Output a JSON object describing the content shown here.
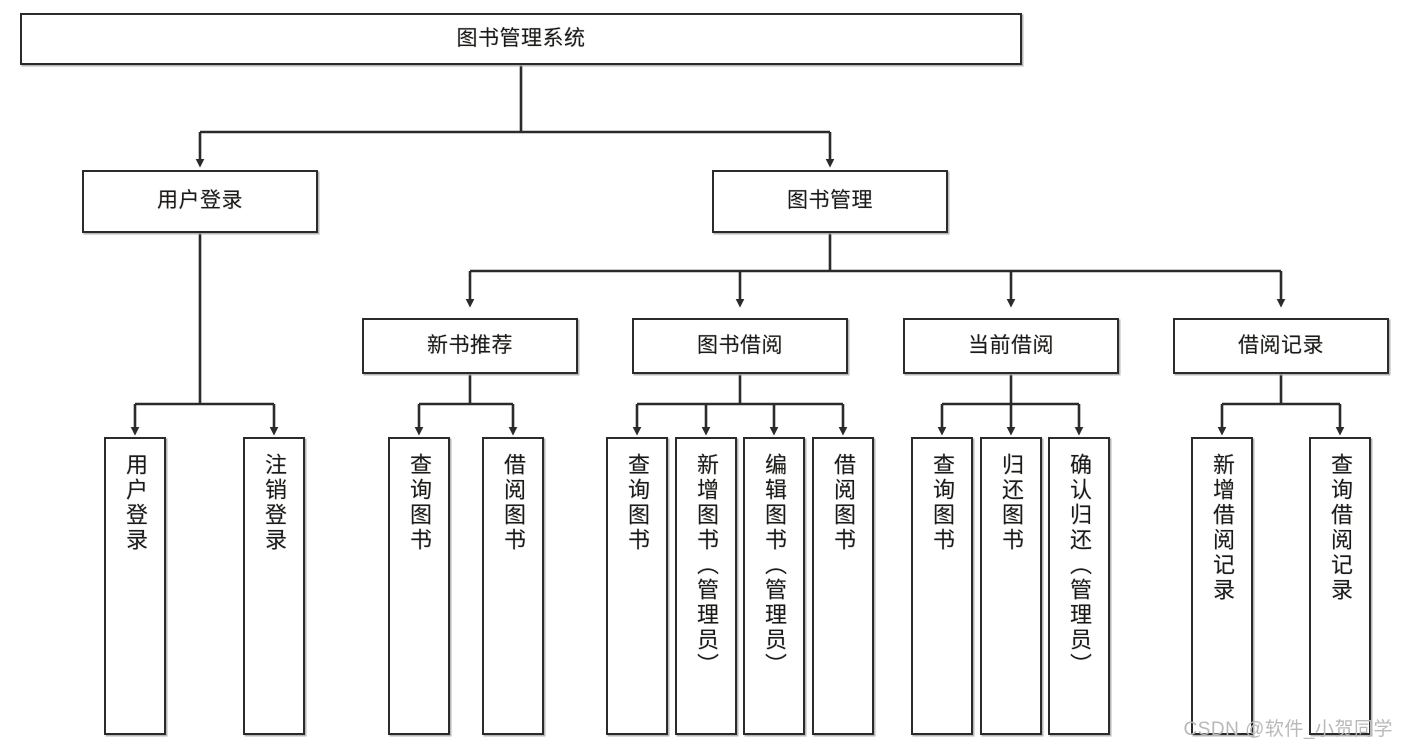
{
  "diagram": {
    "type": "tree-hierarchy-chart",
    "title": "图书管理系统",
    "watermark": "CSDN @软件_小贺同学",
    "colors": {
      "box_border": "#2b2b2b",
      "box_fill": "#ffffff",
      "line": "#2b2b2b",
      "text": "#1a1a1a",
      "watermark": "#b9b9b9"
    },
    "levels": [
      {
        "level": 1,
        "nodes": [
          {
            "id": "root",
            "label": "图书管理系统",
            "orientation": "horizontal"
          }
        ]
      },
      {
        "level": 2,
        "nodes": [
          {
            "id": "login",
            "label": "用户登录",
            "orientation": "horizontal",
            "parent": "root"
          },
          {
            "id": "bookmgmt",
            "label": "图书管理",
            "orientation": "horizontal",
            "parent": "root"
          }
        ]
      },
      {
        "level": 3,
        "nodes": [
          {
            "id": "newbook",
            "label": "新书推荐",
            "orientation": "horizontal",
            "parent": "bookmgmt"
          },
          {
            "id": "borrow",
            "label": "图书借阅",
            "orientation": "horizontal",
            "parent": "bookmgmt"
          },
          {
            "id": "current",
            "label": "当前借阅",
            "orientation": "horizontal",
            "parent": "bookmgmt"
          },
          {
            "id": "records",
            "label": "借阅记录",
            "orientation": "horizontal",
            "parent": "bookmgmt"
          }
        ]
      },
      {
        "level": 4,
        "nodes": [
          {
            "id": "leaf1",
            "label": "用户登录",
            "orientation": "vertical",
            "parent": "login"
          },
          {
            "id": "leaf2",
            "label": "注销登录",
            "orientation": "vertical",
            "parent": "login"
          },
          {
            "id": "leaf3",
            "label": "查询图书",
            "orientation": "vertical",
            "parent": "newbook"
          },
          {
            "id": "leaf4",
            "label": "借阅图书",
            "orientation": "vertical",
            "parent": "newbook"
          },
          {
            "id": "leaf5",
            "label": "查询图书",
            "orientation": "vertical",
            "parent": "borrow"
          },
          {
            "id": "leaf6",
            "label": "新增图书（管理员）",
            "orientation": "vertical",
            "parent": "borrow"
          },
          {
            "id": "leaf7",
            "label": "编辑图书（管理员）",
            "orientation": "vertical",
            "parent": "borrow"
          },
          {
            "id": "leaf8",
            "label": "借阅图书",
            "orientation": "vertical",
            "parent": "borrow"
          },
          {
            "id": "leaf9",
            "label": "查询图书",
            "orientation": "vertical",
            "parent": "current"
          },
          {
            "id": "leaf10",
            "label": "归还图书",
            "orientation": "vertical",
            "parent": "current"
          },
          {
            "id": "leaf11",
            "label": "确认归还（管理员）",
            "orientation": "vertical",
            "parent": "current"
          },
          {
            "id": "leaf12",
            "label": "新增借阅记录",
            "orientation": "vertical",
            "parent": "records"
          },
          {
            "id": "leaf13",
            "label": "查询借阅记录",
            "orientation": "vertical",
            "parent": "records"
          }
        ]
      }
    ]
  }
}
